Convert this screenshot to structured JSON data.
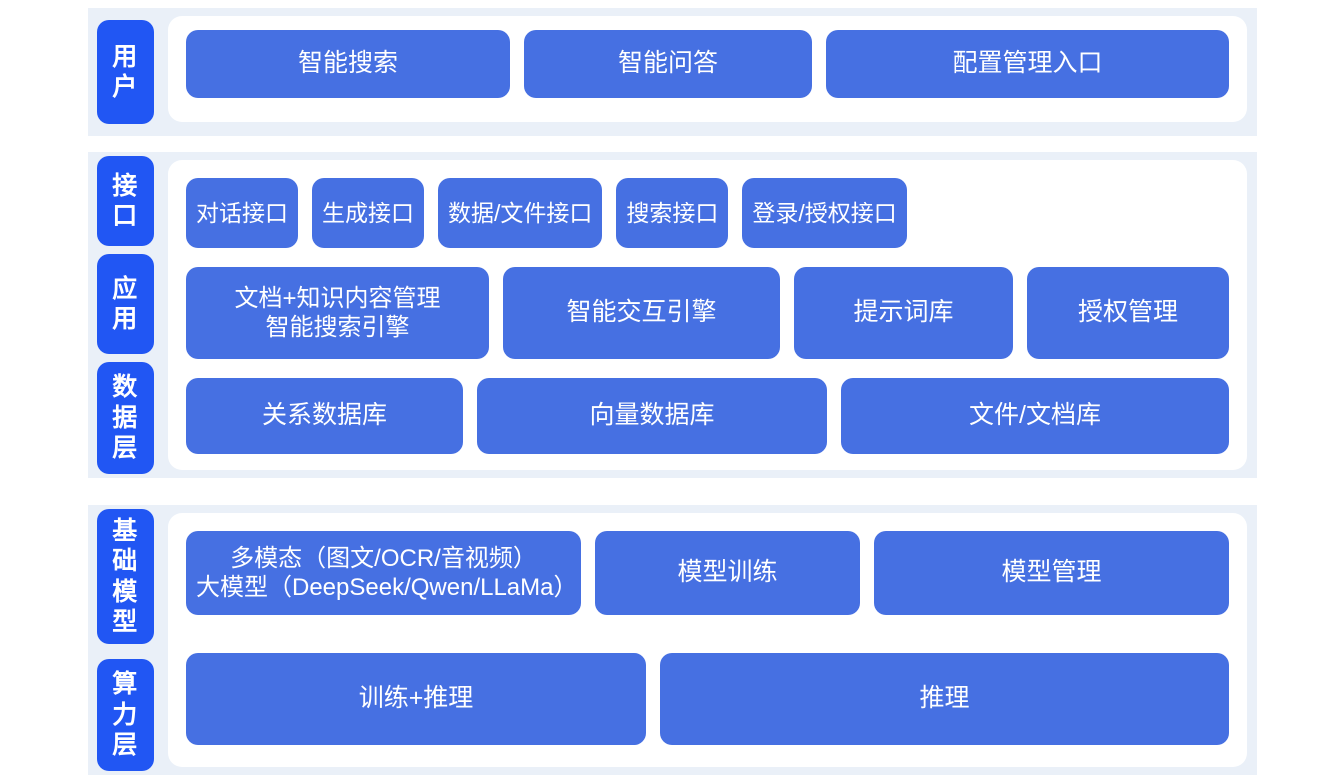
{
  "colors": {
    "page_background": "#ffffff",
    "section_background": "#eaf0f8",
    "tab_blue": "#2156f3",
    "box_blue": "#4670e2",
    "panel_white": "#ffffff",
    "text_white": "#ffffff"
  },
  "sections": [
    {
      "id": "user",
      "tabs": [
        {
          "label": "用户"
        }
      ],
      "rows": [
        {
          "boxes": [
            {
              "label": "智能搜索"
            },
            {
              "label": "智能问答"
            },
            {
              "label": "配置管理入口"
            }
          ]
        }
      ]
    },
    {
      "id": "middle",
      "tabs": [
        {
          "label": "接口"
        },
        {
          "label": "应用"
        },
        {
          "label": "数据层"
        }
      ],
      "rows": [
        {
          "boxes": [
            {
              "label": "对话接口"
            },
            {
              "label": "生成接口"
            },
            {
              "label": "数据/文件接口"
            },
            {
              "label": "搜索接口"
            },
            {
              "label": "登录/授权接口"
            }
          ]
        },
        {
          "boxes": [
            {
              "label": "文档+知识内容管理\n智能搜索引擎"
            },
            {
              "label": "智能交互引擎"
            },
            {
              "label": "提示词库"
            },
            {
              "label": "授权管理"
            }
          ]
        },
        {
          "boxes": [
            {
              "label": "关系数据库"
            },
            {
              "label": "向量数据库"
            },
            {
              "label": "文件/文档库"
            }
          ]
        }
      ]
    },
    {
      "id": "bottom",
      "tabs": [
        {
          "label": "基础模型"
        },
        {
          "label": "算力层"
        }
      ],
      "rows": [
        {
          "boxes": [
            {
              "label": "多模态（图文/OCR/音视频）\n大模型（DeepSeek/Qwen/LLaMa）"
            },
            {
              "label": "模型训练"
            },
            {
              "label": "模型管理"
            }
          ]
        },
        {
          "boxes": [
            {
              "label": "训练+推理"
            },
            {
              "label": "推理"
            }
          ]
        }
      ]
    }
  ]
}
